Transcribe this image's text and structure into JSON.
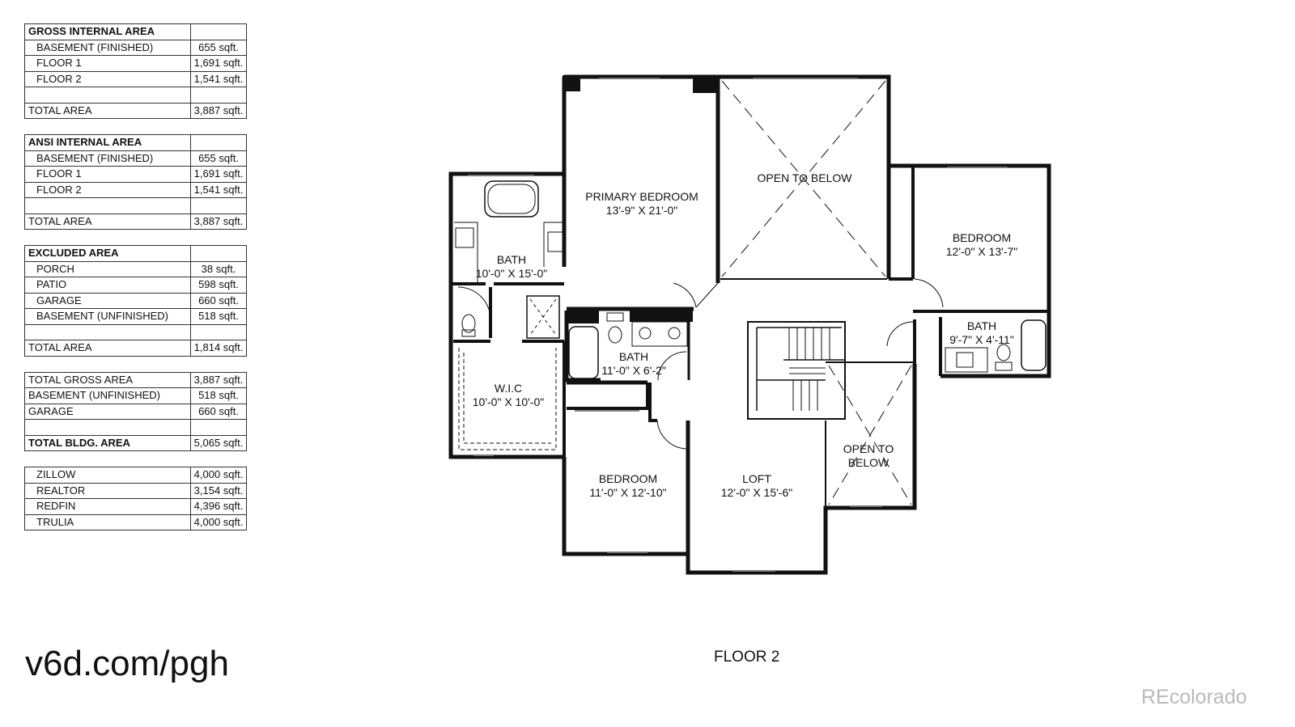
{
  "tables": [
    {
      "rows": [
        {
          "label": "GROSS INTERNAL AREA",
          "value": "",
          "bold": true
        },
        {
          "label": "BASEMENT (FINISHED)",
          "value": "655 sqft.",
          "indent": true
        },
        {
          "label": "FLOOR 1",
          "value": "1,691 sqft.",
          "indent": true
        },
        {
          "label": "FLOOR 2",
          "value": "1,541 sqft.",
          "indent": true
        },
        {
          "label": "",
          "value": ""
        },
        {
          "label": "TOTAL AREA",
          "value": "3,887 sqft."
        }
      ]
    },
    {
      "rows": [
        {
          "label": "ANSI INTERNAL AREA",
          "value": "",
          "bold": true
        },
        {
          "label": "BASEMENT (FINISHED)",
          "value": "655 sqft.",
          "indent": true
        },
        {
          "label": "FLOOR 1",
          "value": "1,691 sqft.",
          "indent": true
        },
        {
          "label": "FLOOR 2",
          "value": "1,541 sqft.",
          "indent": true
        },
        {
          "label": "",
          "value": ""
        },
        {
          "label": "TOTAL AREA",
          "value": "3,887 sqft."
        }
      ]
    },
    {
      "rows": [
        {
          "label": "EXCLUDED AREA",
          "value": "",
          "bold": true
        },
        {
          "label": "PORCH",
          "value": "38 sqft.",
          "indent": true
        },
        {
          "label": "PATIO",
          "value": "598 sqft.",
          "indent": true
        },
        {
          "label": "GARAGE",
          "value": "660 sqft.",
          "indent": true
        },
        {
          "label": "BASEMENT (UNFINISHED)",
          "value": "518 sqft.",
          "indent": true
        },
        {
          "label": "",
          "value": ""
        },
        {
          "label": "TOTAL AREA",
          "value": "1,814 sqft."
        }
      ]
    },
    {
      "rows": [
        {
          "label": "TOTAL GROSS AREA",
          "value": "3,887 sqft."
        },
        {
          "label": "BASEMENT (UNFINISHED)",
          "value": "518 sqft."
        },
        {
          "label": "GARAGE",
          "value": "660 sqft."
        },
        {
          "label": "",
          "value": ""
        },
        {
          "label": "TOTAL BLDG. AREA",
          "value": "5,065 sqft.",
          "bold": true
        }
      ]
    },
    {
      "rows": [
        {
          "label": "ZILLOW",
          "value": "4,000 sqft.",
          "indent": true
        },
        {
          "label": "REALTOR",
          "value": "3,154 sqft.",
          "indent": true
        },
        {
          "label": "REDFIN",
          "value": "4,396 sqft.",
          "indent": true
        },
        {
          "label": "TRULIA",
          "value": "4,000 sqft.",
          "indent": true
        }
      ]
    }
  ],
  "rooms": {
    "primary_bedroom": {
      "name": "PRIMARY BEDROOM",
      "dims": "13'-9\" X 21'-0\""
    },
    "open_to_below_1": {
      "name": "OPEN TO BELOW"
    },
    "bedroom_east": {
      "name": "BEDROOM",
      "dims": "12'-0\" X 13'-7\""
    },
    "bath_primary": {
      "name": "BATH",
      "dims": "10'-0\" X 15'-0\""
    },
    "bath_hall": {
      "name": "BATH",
      "dims": "11'-0\" X 6'-2\""
    },
    "bath_east": {
      "name": "BATH",
      "dims": "9'-7\" X 4'-11\""
    },
    "wic": {
      "name": "W.I.C",
      "dims": "10'-0\" X 10'-0\""
    },
    "open_to_below_2": {
      "name_line1": "OPEN TO",
      "name_line2": "BELOW"
    },
    "bedroom_south": {
      "name": "BEDROOM",
      "dims": "11'-0\" X 12'-10\""
    },
    "loft": {
      "name": "LOFT",
      "dims": "12'-0\" X 15'-6\""
    }
  },
  "footer": {
    "url": "v6d.com/pgh",
    "floor": "FLOOR 2",
    "brand": "REcolorado"
  }
}
